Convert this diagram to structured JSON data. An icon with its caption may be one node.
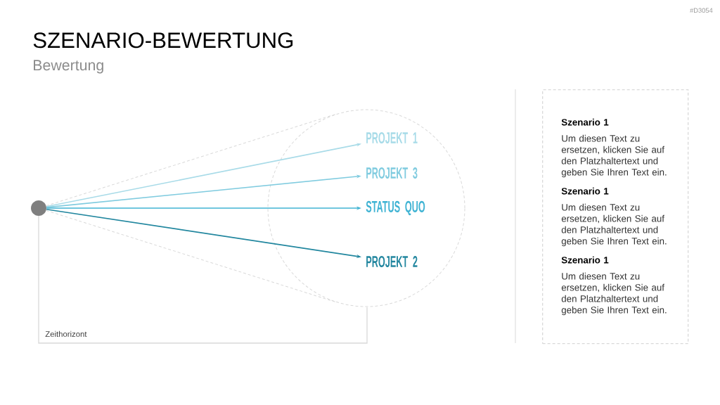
{
  "diagram": {
    "title": "SZENARIO-BEWERTUNG",
    "nodes": [
      {
        "text": [],
        "shape": "circle"
      },
      {
        "text": [],
        "shape": "circle"
      },
      {
        "text": [
          "PROJEKT 1"
        ],
        "in": 1
      },
      {
        "text": [
          "PROJEKT 3"
        ],
        "in": 1
      },
      {
        "text": [
          "STATUS QUO"
        ],
        "in": 1
      },
      {
        "text": [
          "PROJEKT 2"
        ],
        "in": 1
      },
      {
        "text": [
          "Szenario 1",
          "Um diesen Text zu ersetzen, klicken Sie auf den Platzhaltertext und geben Sie Ihren Text ein.",
          "Szenario 1",
          "Um diesen Text zu ersetzen, klicken Sie auf den Platzhaltertext und geben Sie Ihren Text ein.",
          "Szenario 1",
          "Um diesen Text zu ersetzen, klicken Sie auf den Platzhaltertext und geben Sie Ihren Text ein."
        ]
      }
    ],
    "edges": [
      {
        "from": 0,
        "to": 1,
        "arrow": "none",
        "style": "dashed",
        "color": "#d9d9d9"
      },
      {
        "from": 0,
        "to": 2,
        "arrow": "to",
        "color": "#a8dbe8"
      },
      {
        "from": 0,
        "to": 3,
        "arrow": "to",
        "color": "#7fcbdf"
      },
      {
        "from": 0,
        "to": 4,
        "arrow": "to",
        "color": "#40b3d3"
      },
      {
        "from": 0,
        "to": 5,
        "arrow": "to",
        "color": "#22879f"
      },
      {
        "from": 0,
        "to": 1,
        "arrow": "none",
        "style": "dashed",
        "color": "#d9d9d9"
      }
    ],
    "labels": [
      "#D3054",
      "Bewertung",
      "Zeithorizont"
    ]
  }
}
